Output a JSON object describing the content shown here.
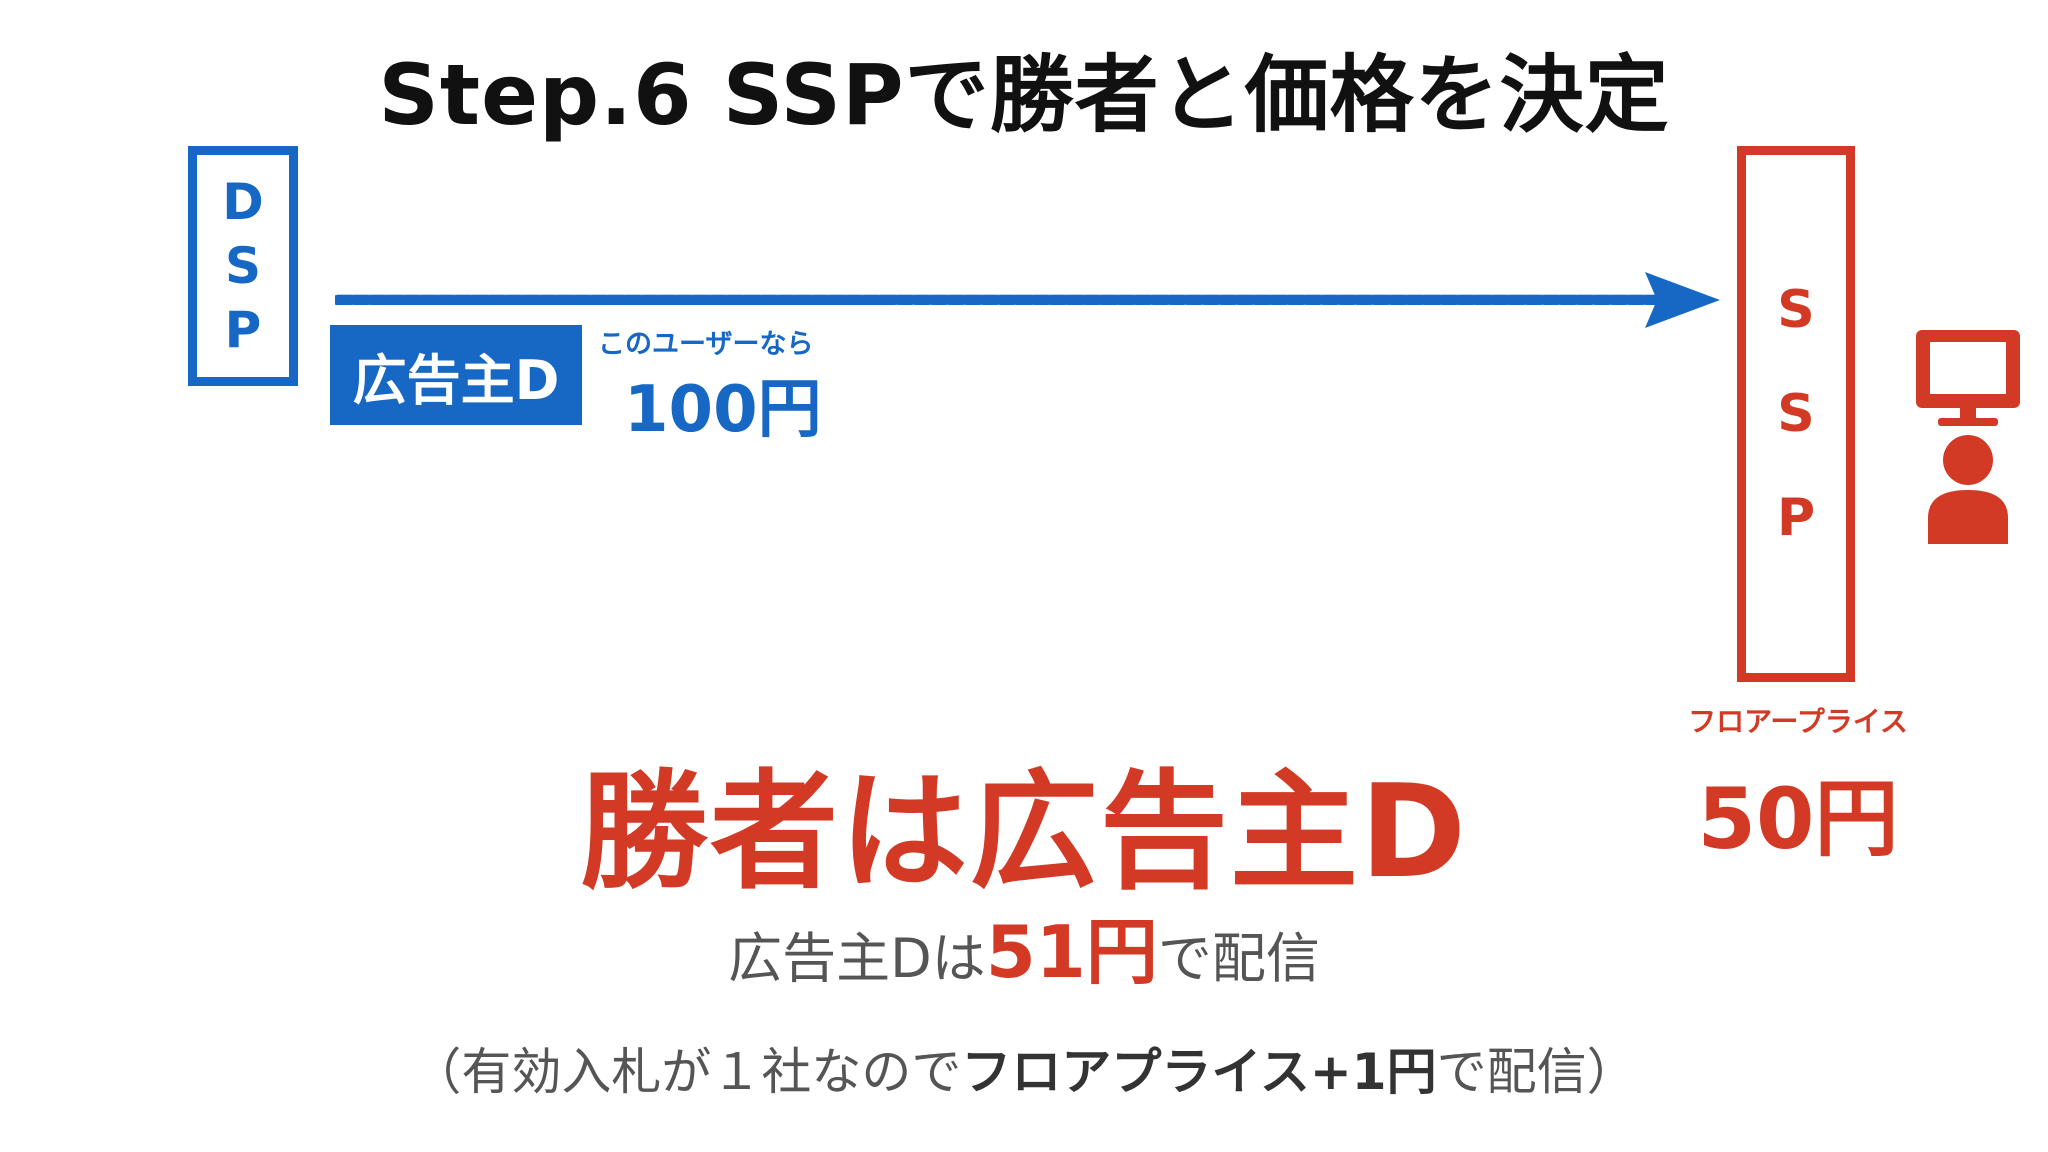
{
  "title": "Step.6 SSPで勝者と価格を決定",
  "dsp": {
    "letters": [
      "D",
      "S",
      "P"
    ]
  },
  "bid": {
    "advertiser": "広告主D",
    "caption": "このユーザーなら",
    "amount": "100円"
  },
  "ssp": {
    "letters": [
      "S",
      "S",
      "P"
    ],
    "floor_caption": "フロアープライス",
    "floor_amount": "50円"
  },
  "result": {
    "winner": "勝者は広告主D",
    "detail_prefix": "広告主Dは",
    "detail_price": "51円",
    "detail_suffix": "で配信",
    "note_prefix": "（有効入札が１社なので",
    "note_emph": "フロアプライス+1円",
    "note_suffix": "で配信）"
  },
  "colors": {
    "dsp_blue": "#1668c4",
    "ssp_red": "#d23a26",
    "title_black": "#111111",
    "body_gray": "#555555"
  },
  "icons": {
    "user": "user-at-computer-icon",
    "arrow": "right-arrow-icon"
  }
}
